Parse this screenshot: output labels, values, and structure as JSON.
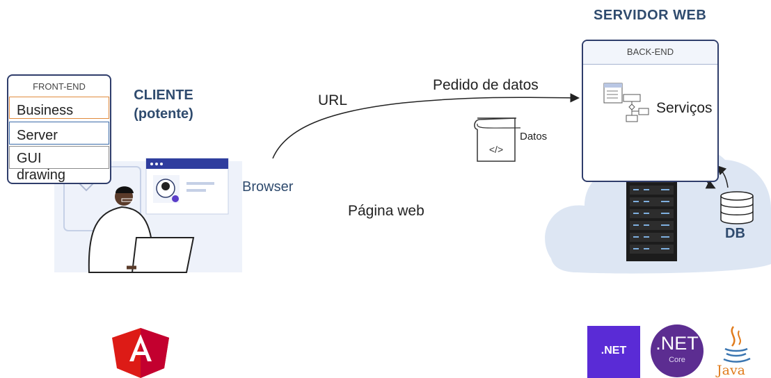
{
  "client": {
    "frontend_title": "FRONT-END",
    "layers": [
      "Business",
      "Server",
      "GUI",
      "drawing"
    ],
    "cliente_line1": "CLIENTE",
    "cliente_line2": "(potente)",
    "browser": "Browser"
  },
  "flow": {
    "url": "URL",
    "request": "Pedido de datos",
    "data": "Datos",
    "response": "Página web"
  },
  "server": {
    "title": "SERVIDOR WEB",
    "backend_title": "BACK-END",
    "services": "Serviços",
    "db": "DB"
  },
  "logos": {
    "net": ".NET",
    "netcore": ".NET",
    "netcore_sub": "Core",
    "java": "Java"
  },
  "colors": {
    "navy": "#2f3d6b",
    "title_blue": "#2f4b6e",
    "business_border": "#e08a3c",
    "server_border": "#3a6aa8",
    "cloud": "#dde6f3",
    "angular_red": "#dd1b16",
    "net_purple": "#5a2bd6",
    "netcore_purple": "#5c2d91",
    "java_orange": "#e07b1c"
  }
}
